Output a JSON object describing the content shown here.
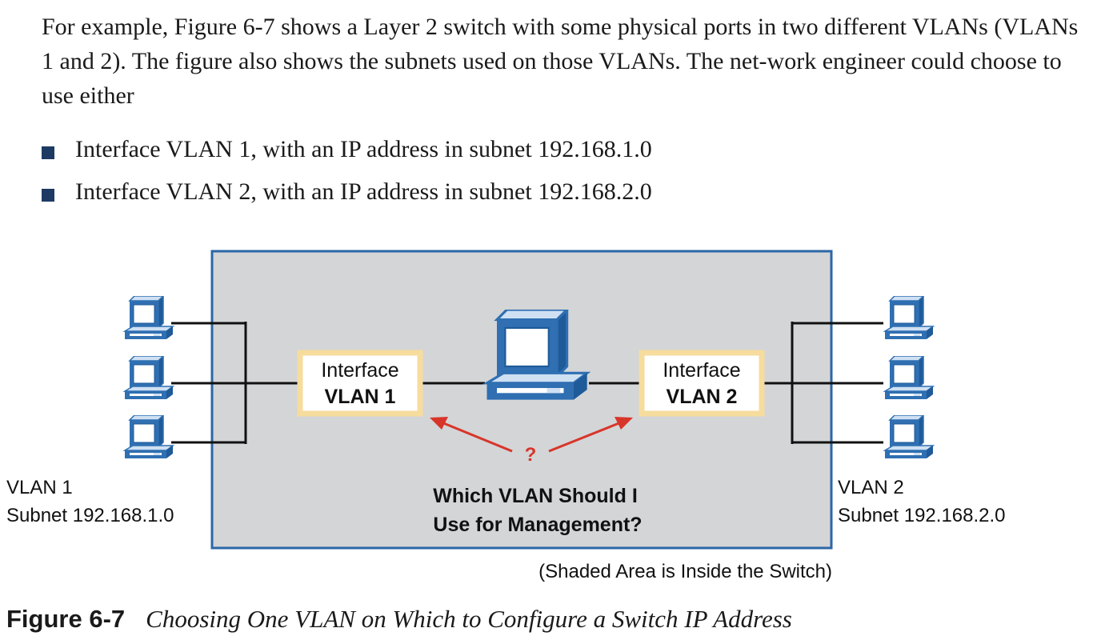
{
  "paragraph": "For example, Figure 6-7 shows a Layer 2 switch with some physical ports in two different VLANs (VLANs 1 and 2). The figure also shows the subnets used on those VLANs. The net-work engineer could choose to use either",
  "bullets": [
    "Interface VLAN 1, with an IP address in subnet 192.168.1.0",
    "Interface VLAN 2, with an IP address in subnet 192.168.2.0"
  ],
  "figure": {
    "iface1": {
      "line1": "Interface",
      "line2": "VLAN 1"
    },
    "iface2": {
      "line1": "Interface",
      "line2": "VLAN 2"
    },
    "question_mark": "?",
    "question_line1": "Which VLAN Should I",
    "question_line2": "Use for Management?",
    "left_label_line1": "VLAN 1",
    "left_label_line2": "Subnet 192.168.1.0",
    "right_label_line1": "VLAN 2",
    "right_label_line2": "Subnet 192.168.2.0",
    "shaded_note": "(Shaded Area is Inside the Switch)",
    "icons": {
      "pc": "desktop-computer-icon"
    },
    "colors": {
      "switch_fill": "#d4d5d7",
      "switch_border": "#2b67a8",
      "iface_border": "#f6dc9d",
      "arrow": "#d8352a",
      "pc_blue": "#2f6fb2"
    }
  },
  "caption": {
    "label": "Figure 6-7",
    "text": "Choosing One VLAN on Which to Configure a Switch IP Address"
  }
}
